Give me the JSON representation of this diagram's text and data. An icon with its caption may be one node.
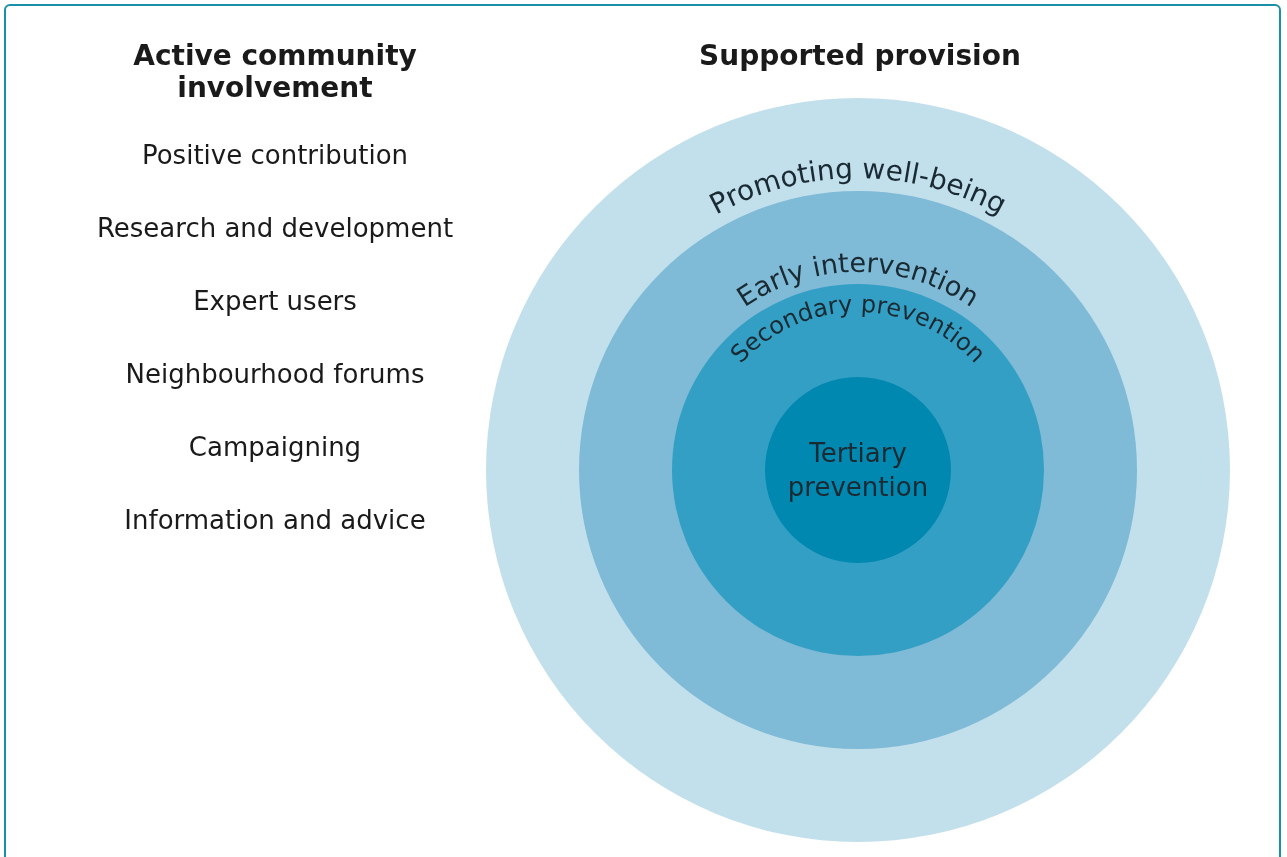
{
  "diagram": {
    "nodes": [
      {
        "text": [
          "Promoting well-being"
        ]
      },
      {
        "text": [
          "Early intervention"
        ],
        "in": 0
      },
      {
        "text": [
          "Secondary prevention"
        ],
        "in": 1
      },
      {
        "text": [
          "Tertiary prevention"
        ],
        "in": 2
      }
    ],
    "labels": [
      "Active community involvement",
      "Supported provision",
      "Positive contribution",
      "Research and development",
      "Expert users",
      "Neighbourhood forums",
      "Campaigning",
      "Information and advice"
    ]
  }
}
